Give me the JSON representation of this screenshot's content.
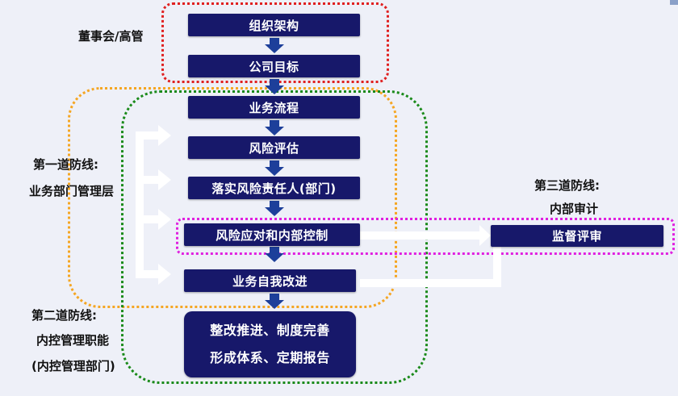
{
  "labels": {
    "board": "董事会/高管",
    "line1_title": "第一道防线:",
    "line1_sub": "业务部门管理层",
    "line2_title": "第二道防线:",
    "line2_sub": "内控管理职能",
    "line2_sub2": "(内控管理部门)",
    "line3_title": "第三道防线:",
    "line3_sub": "内部审计"
  },
  "flow": {
    "step1": "组织架构",
    "step2": "公司目标",
    "step3": "业务流程",
    "step4": "风险评估",
    "step5": "落实风险责任人(部门)",
    "step6": "风险应对和内部控制",
    "step7": "业务自我改进",
    "step8_line1": "整改推进、制度完善",
    "step8_line2": "形成体系、定期报告"
  },
  "audit_box": "监督评审",
  "colors": {
    "box": "#17186a",
    "red_dashed": "#e02020",
    "orange_dashed": "#f5a623",
    "green_dashed": "#1a8a1a",
    "magenta_dashed": "#e020e0",
    "connector": "#ffffff"
  }
}
